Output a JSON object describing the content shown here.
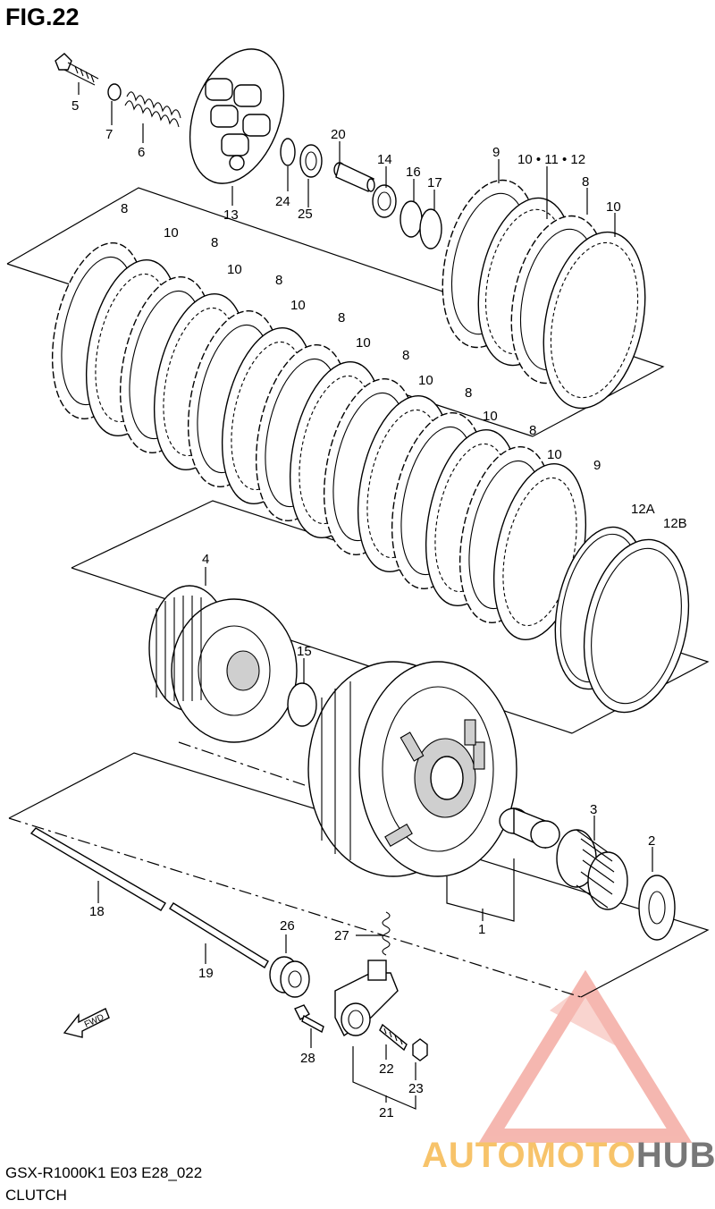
{
  "figure": {
    "title": "FIG.22",
    "model_line": "GSX-R1000K1 E03 E28_022",
    "section_name": "CLUTCH"
  },
  "part_numbers": [
    "1",
    "2",
    "3",
    "4",
    "5",
    "6",
    "7",
    "8",
    "9",
    "10",
    "10-11-12",
    "12A",
    "12B",
    "13",
    "14",
    "15",
    "16",
    "17",
    "18",
    "19",
    "20",
    "21",
    "22",
    "23",
    "24",
    "25",
    "26",
    "27",
    "28"
  ],
  "callouts": {
    "p5": "5",
    "p7": "7",
    "p6": "6",
    "p13": "13",
    "p20": "20",
    "p24": "24",
    "p25": "25",
    "p14": "14",
    "p16": "16",
    "p17": "17",
    "p9a": "9",
    "p101112": "10 • 11 • 12",
    "p8a": "8",
    "p10a": "10",
    "s8_1": "8",
    "s10_1": "10",
    "s8_2": "8",
    "s10_2": "10",
    "s8_3": "8",
    "s10_3": "10",
    "s8_4": "8",
    "s10_4": "10",
    "s8_5": "8",
    "s10_5": "10",
    "s8_6": "8",
    "s10_6": "10",
    "s8_7": "8",
    "s10_7": "10",
    "s9": "9",
    "p12A": "12A",
    "p12B": "12B",
    "p4": "4",
    "p15": "15",
    "p3": "3",
    "p2": "2",
    "p1": "1",
    "p18": "18",
    "p19": "19",
    "p26": "26",
    "p27": "27",
    "p28": "28",
    "p22": "22",
    "p23": "23",
    "p21": "21"
  },
  "fwd_arrow": {
    "label": "FWD"
  },
  "watermark": {
    "part1": "AUTOMOTO",
    "part2": "HUB",
    "color_primary": "#f7c36a",
    "color_secondary": "#777777",
    "logo_color": "#f2a096"
  }
}
